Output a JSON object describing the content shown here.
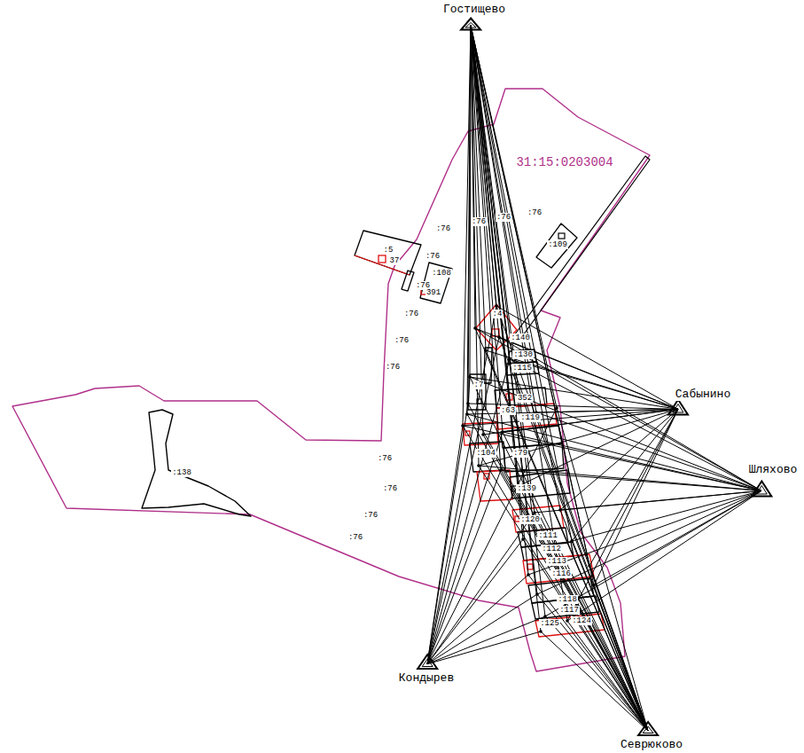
{
  "diagram": {
    "nodes": [
      {
        "text": [
          "Гостищево"
        ]
      },
      {
        "text": [
          "Сабынино"
        ]
      },
      {
        "text": [
          "Шляхово"
        ]
      },
      {
        "text": [
          "Кондырев"
        ]
      },
      {
        "text": [
          "Севрюково"
        ]
      }
    ],
    "labels": [
      "31:15:0203004",
      ":76",
      ":76",
      ":76",
      ":76",
      ":76",
      ":76",
      ":76",
      ":76",
      ":76",
      ":76",
      ":76",
      ":76",
      ":76",
      ":5",
      "37",
      ":108",
      "391",
      ":109",
      ":138",
      ":4",
      ":140",
      ":130",
      ":115",
      ":7",
      "352",
      ":63",
      ":119",
      ":104",
      ":79",
      ":139",
      ":120",
      ":111",
      ":112",
      ":113",
      ":116",
      ":118",
      ":117",
      ":125",
      ":124"
    ]
  }
}
